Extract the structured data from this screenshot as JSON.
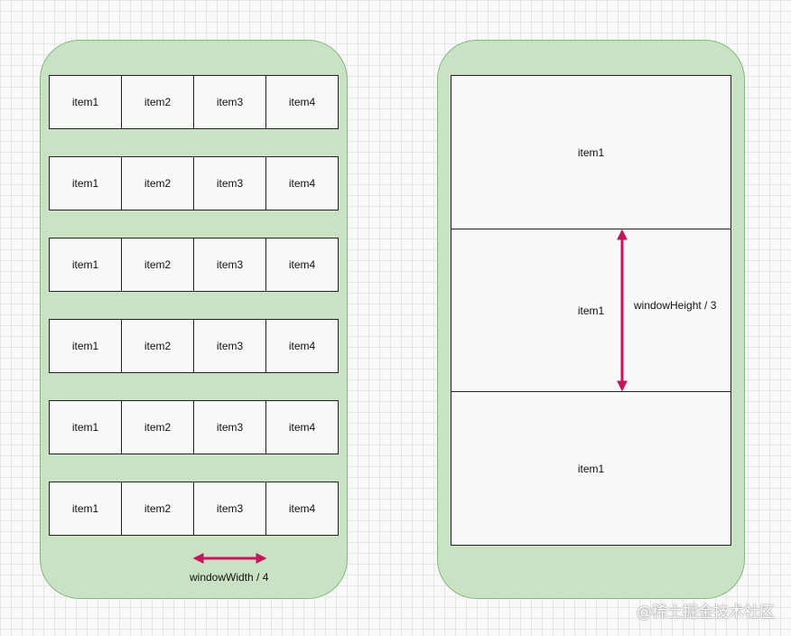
{
  "left_phone": {
    "rows": [
      [
        "item1",
        "item2",
        "item3",
        "item4"
      ],
      [
        "item1",
        "item2",
        "item3",
        "item4"
      ],
      [
        "item1",
        "item2",
        "item3",
        "item4"
      ],
      [
        "item1",
        "item2",
        "item3",
        "item4"
      ],
      [
        "item1",
        "item2",
        "item3",
        "item4"
      ],
      [
        "item1",
        "item2",
        "item3",
        "item4"
      ]
    ],
    "width_label": "windowWidth / 4"
  },
  "right_phone": {
    "items": [
      "item1",
      "item1",
      "item1"
    ],
    "height_label": "windowHeight /  3"
  },
  "colors": {
    "phone_fill": "#c9e2c3",
    "phone_border": "#86b97f",
    "arrow": "#c2185b"
  },
  "watermark": "@稀土掘金技术社区"
}
